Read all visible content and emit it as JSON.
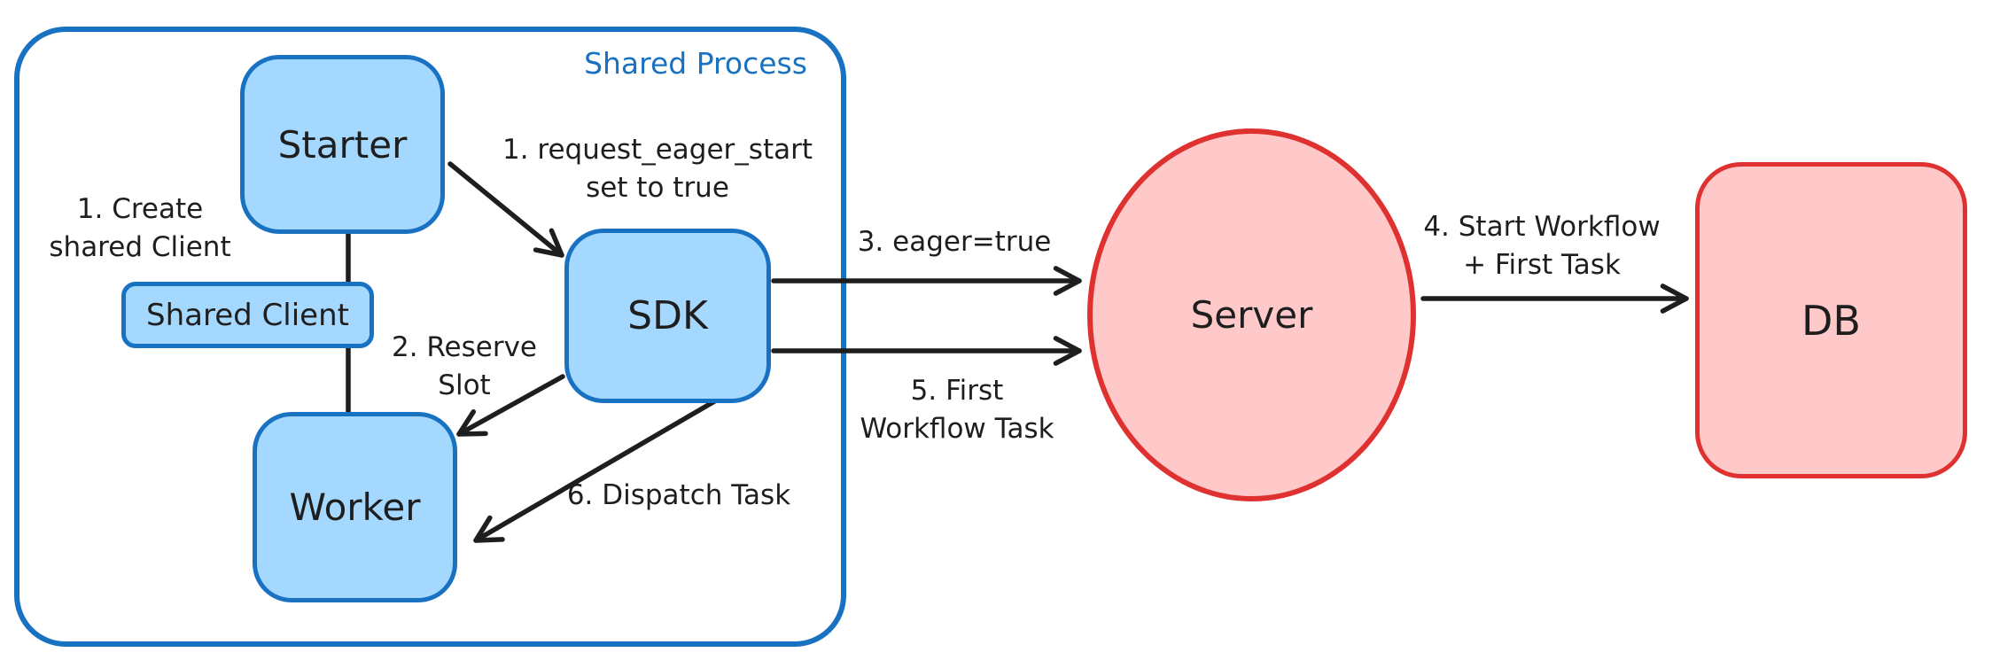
{
  "colors": {
    "blue_stroke": "#1971c2",
    "blue_fill": "#a5d8ff",
    "red_stroke": "#e03131",
    "red_fill": "#ffc9c9",
    "ink": "#1e1e1e",
    "bg": "#ffffff"
  },
  "container": {
    "label": "Shared Process"
  },
  "nodes": {
    "starter": {
      "label": "Starter"
    },
    "shared_client": {
      "label": "Shared Client"
    },
    "worker": {
      "label": "Worker"
    },
    "sdk": {
      "label": "SDK"
    },
    "server": {
      "label": "Server"
    },
    "db": {
      "label": "DB"
    }
  },
  "annotations": {
    "create_shared_client": {
      "line1": "1. Create",
      "line2": "shared Client"
    },
    "request_eager_start": {
      "line1": "1. request_eager_start",
      "line2": "set to true"
    },
    "reserve_slot": {
      "line1": "2. Reserve",
      "line2": "Slot"
    },
    "eager_true": {
      "line1": "3. eager=true"
    },
    "start_workflow": {
      "line1": "4. Start Workflow",
      "line2": "+ First Task"
    },
    "first_workflow_task": {
      "line1": "5. First",
      "line2": "Workflow Task"
    },
    "dispatch_task": {
      "line1": "6. Dispatch Task"
    }
  }
}
